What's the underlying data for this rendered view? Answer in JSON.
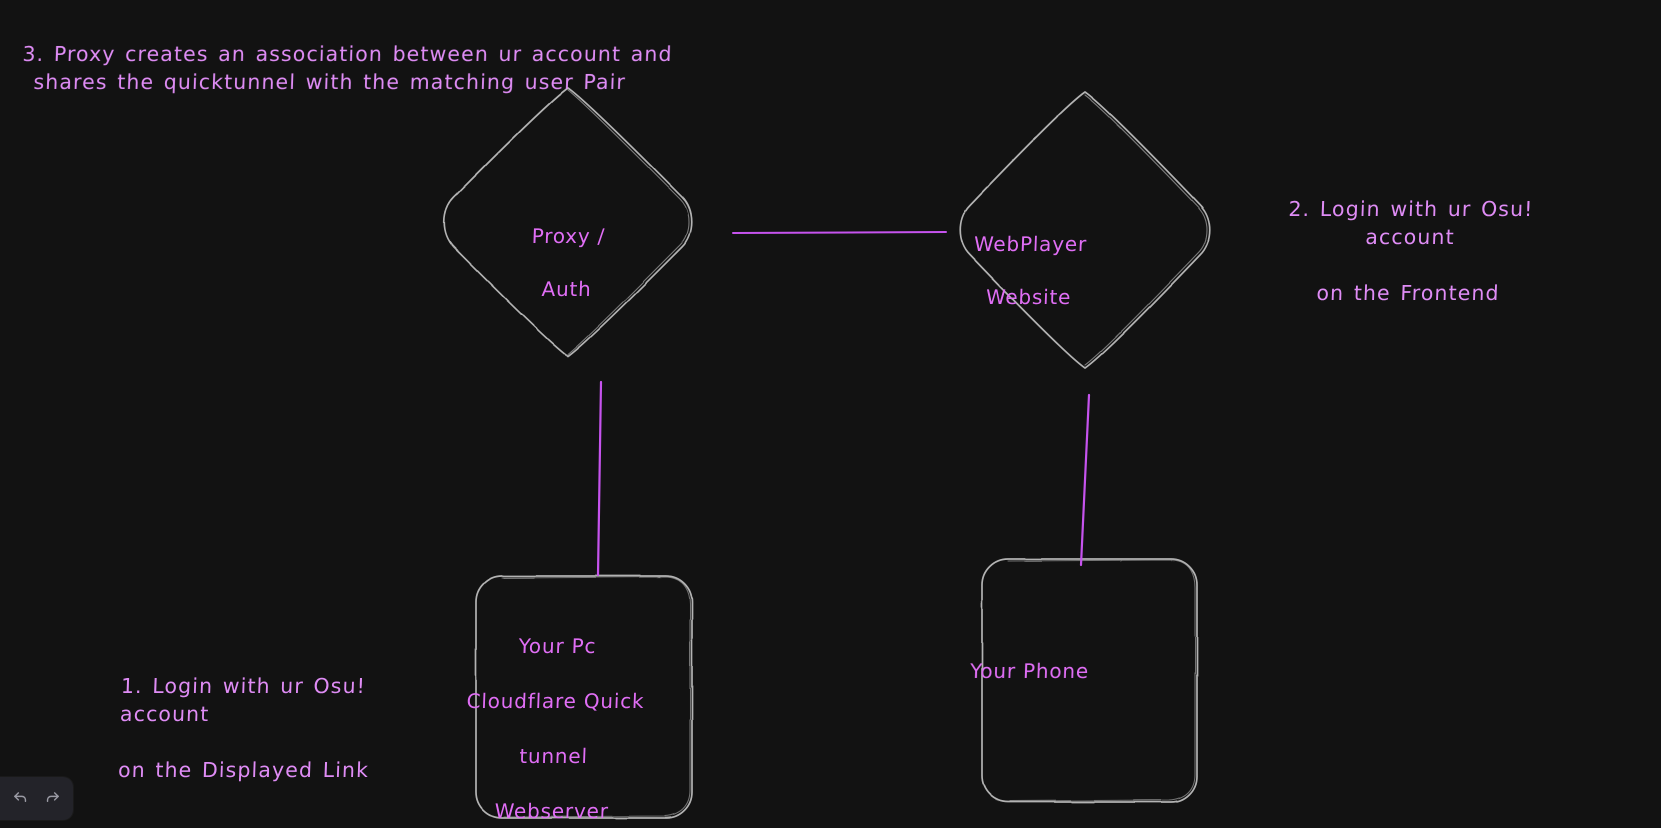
{
  "canvas": {
    "background_color": "#121212",
    "shape_stroke_color": "#b0b0b0",
    "arrow_color": "#c653ee",
    "text_color": "#de7ef2"
  },
  "annotations": [
    {
      "id": "three",
      "number": "3.",
      "line1": "3. Proxy creates an association between ur account and",
      "line2": "shares the quicktunnel with the matching user Pair"
    },
    {
      "id": "two",
      "number": "2.",
      "line1": "2. Login with ur Osu! account",
      "line2": "on the Frontend"
    },
    {
      "id": "one",
      "number": "1.",
      "line1": "1. Login with ur Osu! account",
      "line2": "on the Displayed Link"
    }
  ],
  "nodes": [
    {
      "id": "proxy-auth",
      "shape": "diamond",
      "label_line1": "Proxy /",
      "label_line2": "Auth"
    },
    {
      "id": "webplayer-website",
      "shape": "diamond",
      "label_line1": "WebPlayer",
      "label_line2": "Website"
    },
    {
      "id": "your-pc",
      "shape": "rounded-rectangle",
      "label_line1": "Your Pc",
      "label_line2": "Cloudflare Quick",
      "label_line3": "tunnel",
      "label_line4": "Webserver"
    },
    {
      "id": "your-phone",
      "shape": "rounded-rectangle",
      "label_line1": "Your Phone"
    }
  ],
  "connectors": [
    {
      "id": "proxy-to-webplayer",
      "from": "proxy-auth",
      "to": "webplayer-website",
      "orientation": "horizontal"
    },
    {
      "id": "proxy-to-your-pc",
      "from": "proxy-auth",
      "to": "your-pc",
      "orientation": "vertical"
    },
    {
      "id": "webplayer-to-your-phone",
      "from": "webplayer-website",
      "to": "your-phone",
      "orientation": "vertical"
    }
  ],
  "toolbar": {
    "undo_label": "Undo",
    "redo_label": "Redo",
    "undo_icon": "undo-arrow-icon",
    "redo_icon": "redo-arrow-icon"
  }
}
